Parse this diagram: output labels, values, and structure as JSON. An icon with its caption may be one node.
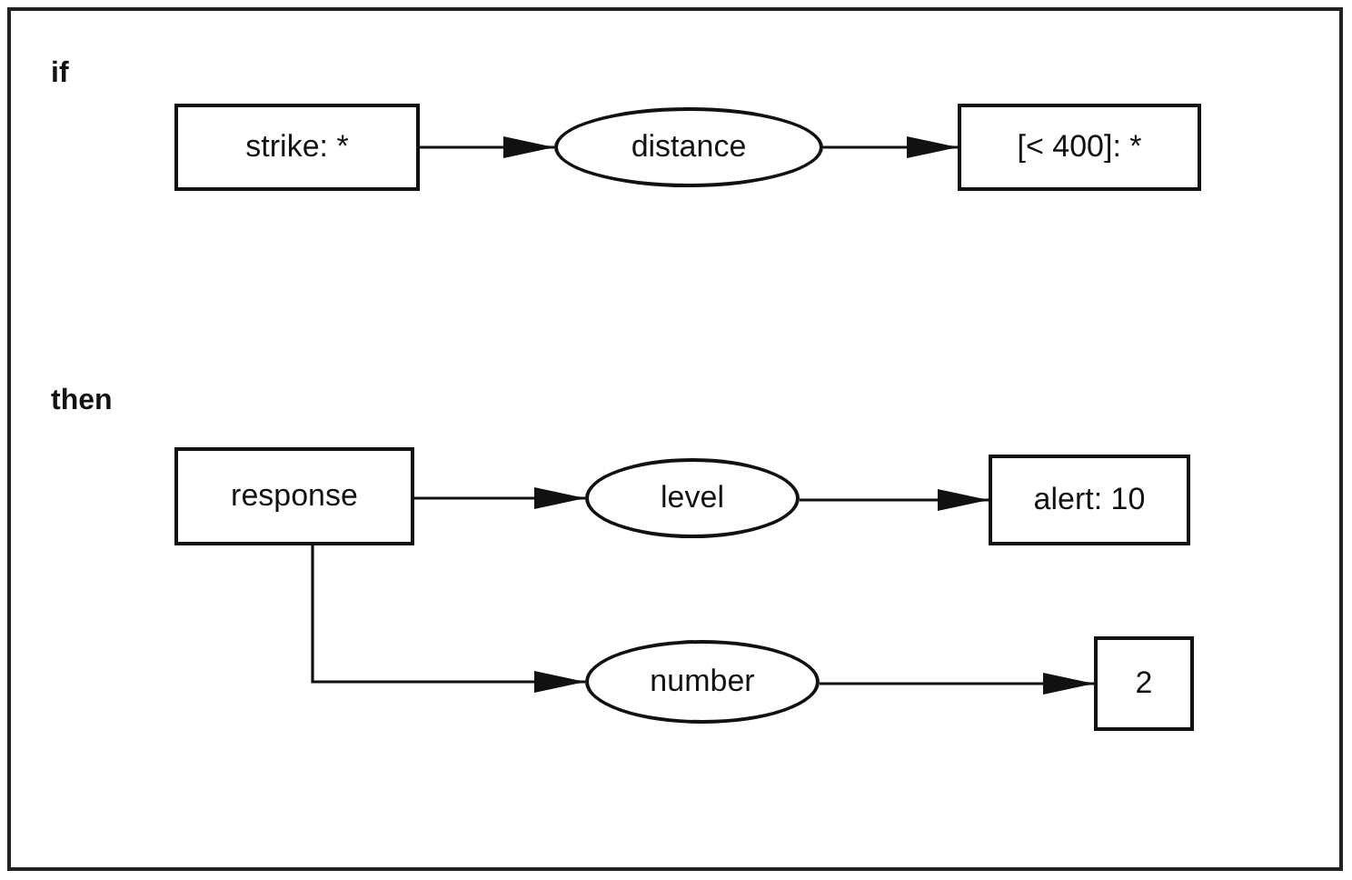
{
  "diagram": {
    "nodes": [
      {
        "text": [
          "strike: *"
        ]
      },
      {
        "text": [
          "distance"
        ]
      },
      {
        "text": [
          "[< 400]: *"
        ]
      },
      {
        "text": [
          "response"
        ]
      },
      {
        "text": [
          "level"
        ]
      },
      {
        "text": [
          "alert: 10"
        ]
      },
      {
        "text": [
          "number"
        ]
      },
      {
        "text": [
          "2"
        ]
      }
    ],
    "edges": [
      {
        "from": 0,
        "to": 1,
        "arrow": "to"
      },
      {
        "from": 1,
        "to": 2,
        "arrow": "to"
      },
      {
        "from": 3,
        "to": 4,
        "arrow": "to"
      },
      {
        "from": 4,
        "to": 5,
        "arrow": "to"
      },
      {
        "from": 3,
        "to": 6,
        "arrow": "to"
      },
      {
        "from": 6,
        "to": 7,
        "arrow": "to"
      }
    ],
    "labels": [
      "if",
      "then"
    ]
  }
}
